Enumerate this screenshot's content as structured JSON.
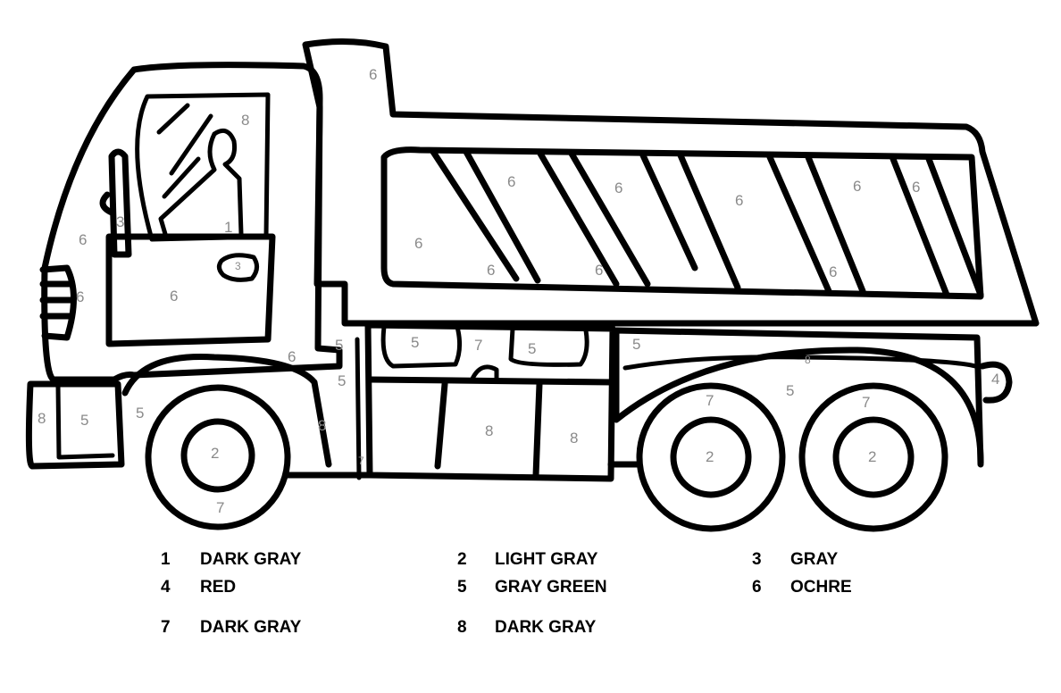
{
  "regions": [
    {
      "n": "6",
      "small": false
    },
    {
      "n": "8",
      "small": false
    },
    {
      "n": "3",
      "small": false
    },
    {
      "n": "1",
      "small": false
    },
    {
      "n": "3",
      "small": true
    },
    {
      "n": "6",
      "small": false
    },
    {
      "n": "6",
      "small": false
    },
    {
      "n": "6",
      "small": false
    },
    {
      "n": "6",
      "small": false
    },
    {
      "n": "6",
      "small": false
    },
    {
      "n": "6",
      "small": false
    },
    {
      "n": "6",
      "small": false
    },
    {
      "n": "6",
      "small": false
    },
    {
      "n": "6",
      "small": false
    },
    {
      "n": "6",
      "small": false
    },
    {
      "n": "6",
      "small": false
    },
    {
      "n": "6",
      "small": false
    },
    {
      "n": "6",
      "small": false
    },
    {
      "n": "5",
      "small": false
    },
    {
      "n": "5",
      "small": false
    },
    {
      "n": "5",
      "small": false
    },
    {
      "n": "7",
      "small": false
    },
    {
      "n": "5",
      "small": false
    },
    {
      "n": "5",
      "small": false
    },
    {
      "n": "8",
      "small": true
    },
    {
      "n": "4",
      "small": false
    },
    {
      "n": "8",
      "small": false
    },
    {
      "n": "5",
      "small": false
    },
    {
      "n": "5",
      "small": false
    },
    {
      "n": "8",
      "small": false
    },
    {
      "n": "2",
      "small": false
    },
    {
      "n": "7",
      "small": false
    },
    {
      "n": "7",
      "small": true
    },
    {
      "n": "8",
      "small": false
    },
    {
      "n": "8",
      "small": false
    },
    {
      "n": "7",
      "small": false
    },
    {
      "n": "5",
      "small": false
    },
    {
      "n": "7",
      "small": false
    },
    {
      "n": "2",
      "small": false
    },
    {
      "n": "2",
      "small": false
    }
  ],
  "legend": {
    "rows": [
      [
        {
          "num": "1",
          "color": "DARK GRAY"
        },
        {
          "num": "2",
          "color": "LIGHT GRAY"
        },
        {
          "num": "3",
          "color": "GRAY"
        }
      ],
      [
        {
          "num": "4",
          "color": "RED"
        },
        {
          "num": "5",
          "color": "GRAY GREEN"
        },
        {
          "num": "6",
          "color": "OCHRE"
        }
      ],
      [
        {
          "num": "7",
          "color": "DARK GRAY"
        },
        {
          "num": "8",
          "color": "DARK GRAY"
        }
      ]
    ]
  }
}
